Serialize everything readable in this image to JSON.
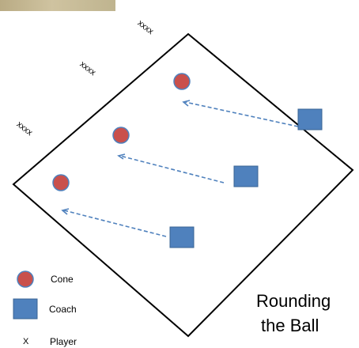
{
  "player_marks": [
    "xxxx",
    "xxxx",
    "xxxx"
  ],
  "legend": {
    "cone": {
      "label": "Cone",
      "color": "#c9504c"
    },
    "coach": {
      "label": "Coach",
      "color": "#4f81bd"
    },
    "player": {
      "symbol": "X",
      "label": "Player"
    }
  },
  "title": {
    "line1": "Rounding",
    "line2": "the Ball"
  },
  "colors": {
    "field_border": "#000000",
    "arrow": "#4f81bd",
    "cone_fill": "#c9504c",
    "cone_stroke": "#4f81bd",
    "coach_fill": "#4f81bd",
    "coach_stroke": "#3a6494"
  }
}
